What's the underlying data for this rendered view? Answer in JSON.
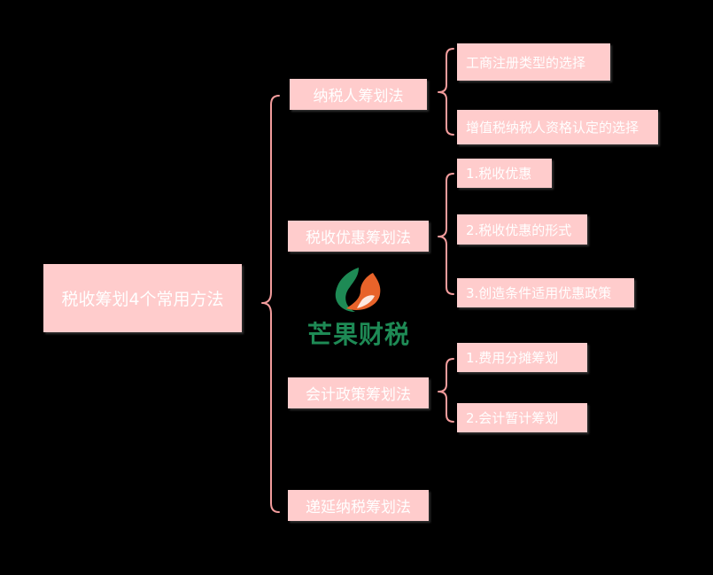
{
  "diagram": {
    "root": "税收筹划4个常用方法",
    "branches": [
      {
        "label": "纳税人筹划法",
        "children": [
          "工商注册类型的选择",
          "增值税纳税人资格认定的选择"
        ]
      },
      {
        "label": "税收优惠筹划法",
        "children": [
          "1.税收优惠",
          "2.税收优惠的形式",
          "3.创造条件适用优惠政策"
        ]
      },
      {
        "label": "会计政策筹划法",
        "children": [
          "1.费用分摊筹划",
          "2.会计暂计筹划"
        ]
      },
      {
        "label": "递延纳税筹划法",
        "children": []
      }
    ]
  },
  "logo": {
    "text": "芒果财税"
  },
  "colors": {
    "background": "#000000",
    "node_fill": "#FFCCCC",
    "node_text": "#FFFFFF",
    "connector": "#F39C9C",
    "logo_orange": "#E8632A",
    "logo_green": "#1E8A55"
  }
}
